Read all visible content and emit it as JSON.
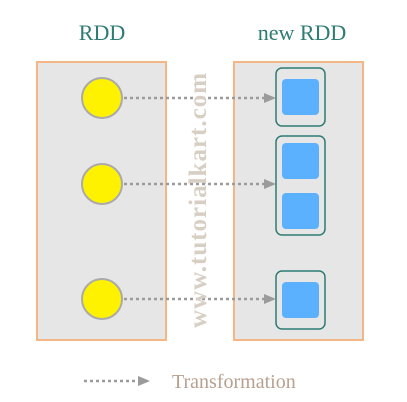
{
  "left_panel": {
    "title": "RDD"
  },
  "right_panel": {
    "title": "new RDD"
  },
  "legend": {
    "label": "Transformation"
  },
  "watermark": {
    "text": "www.tutorialkart.com"
  },
  "colors": {
    "panel_fill": "#e6e6e6",
    "panel_stroke": "#f4b684",
    "circle_fill": "#fff200",
    "circle_stroke": "#aaaaaa",
    "square_fill": "#5cb1ff",
    "group_stroke": "#2e7c73",
    "arrow": "#9b9b9b",
    "title": "#2e7c73"
  },
  "mapping": [
    {
      "source": "circle-1",
      "target": "group-1",
      "target_items": 1
    },
    {
      "source": "circle-2",
      "target": "group-2",
      "target_items": 2
    },
    {
      "source": "circle-3",
      "target": "group-3",
      "target_items": 1
    }
  ]
}
